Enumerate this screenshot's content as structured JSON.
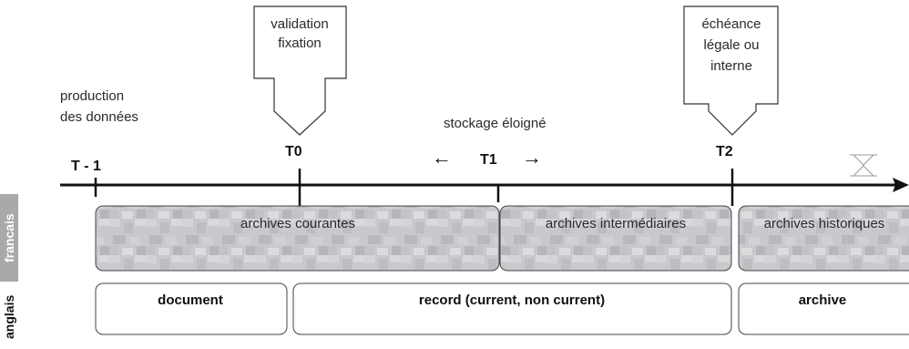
{
  "time_points": {
    "t_minus_1": "T - 1",
    "t0": "T0",
    "t1": "T1",
    "t2": "T2"
  },
  "callouts": {
    "t0": [
      "validation",
      "fixation"
    ],
    "t2": [
      "échéance",
      "légale ou",
      "interne"
    ]
  },
  "annotations": {
    "production": [
      "production",
      "des données"
    ],
    "storage": "stockage éloigné",
    "arrow_left": "←",
    "arrow_right": "→"
  },
  "language_labels": {
    "french": "francais",
    "english": "anglais"
  },
  "french_phases": {
    "current": "archives courantes",
    "intermediate": "archives intermédiaires",
    "historical": "archives historiques"
  },
  "english_phases": {
    "document": "document",
    "record": "record (current, non current)",
    "archive": "archive"
  },
  "icons": {
    "end_marker": "hourglass-icon"
  }
}
